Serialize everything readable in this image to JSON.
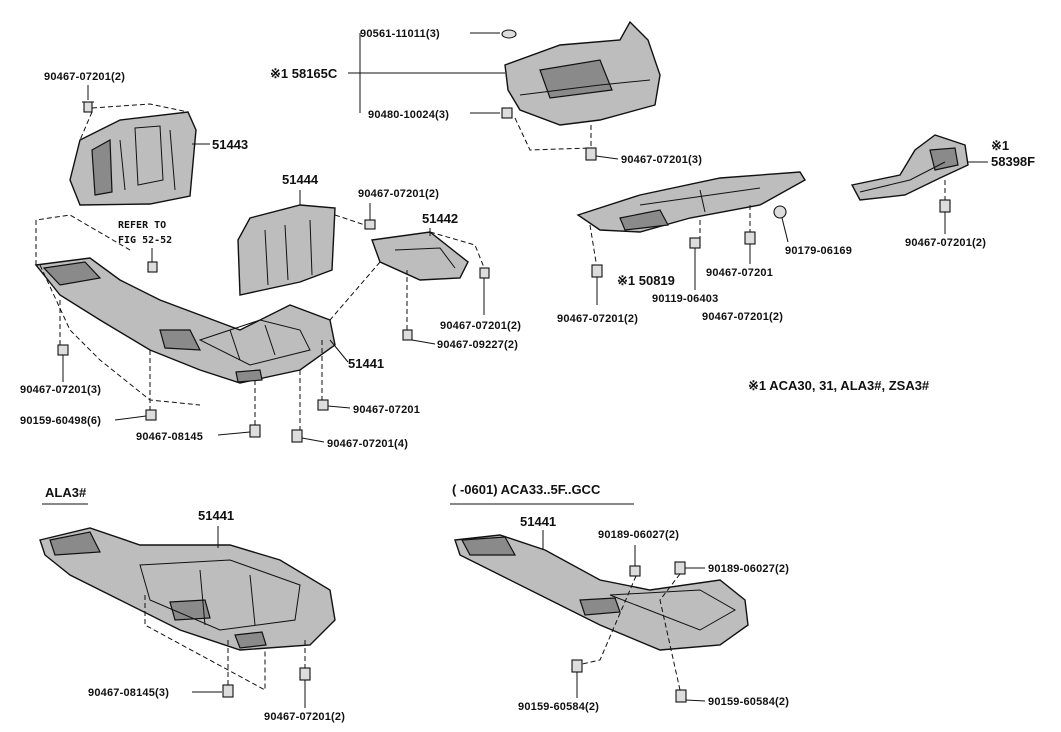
{
  "labels": {
    "bolt_top_left": "90467-07201(2)",
    "p51443": "51443",
    "refer_line1": "REFER TO",
    "refer_line2": "FIG 52-52",
    "p51444": "51444",
    "bolt_51444": "90467-07201(2)",
    "p51442": "51442",
    "bolt_51442": "90467-07201(2)",
    "bolt_09227": "90467-09227(2)",
    "p51441_main": "51441",
    "bolt_left_3": "90467-07201(3)",
    "bolt_60498": "90159-60498(6)",
    "bolt_08145": "90467-08145",
    "bolt_07201_single": "90467-07201",
    "bolt_07201_4": "90467-07201(4)",
    "clip_11011": "90561-11011(3)",
    "mark_58165c": "※1 58165C",
    "nut_10024": "90480-10024(3)",
    "bolt_under_58165c": "90467-07201(3)",
    "mark_50819": "※1 50819",
    "bolt_50819": "90467-07201(2)",
    "clip_06403": "90119-06403",
    "bolt_mid": "90467-07201",
    "bolt_mid_2": "90467-07201(2)",
    "nut_06169": "90179-06169",
    "mark_58398f_a": "※1",
    "mark_58398f_b": "58398F",
    "bolt_58398f": "90467-07201(2)",
    "footnote": "※1 ACA30, 31, ALA3#, ZSA3#",
    "section_ala3": "ALA3#",
    "ala3_part": "51441",
    "ala3_bolt_08145": "90467-08145(3)",
    "ala3_bolt_07201": "90467-07201(2)",
    "section_aca33": "(      -0601) ACA33..5F..GCC",
    "aca33_part": "51441",
    "aca33_clip_top": "90189-06027(2)",
    "aca33_clip_right": "90189-06027(2)",
    "aca33_bolt_left": "90159-60584(2)",
    "aca33_bolt_right": "90159-60584(2)"
  }
}
